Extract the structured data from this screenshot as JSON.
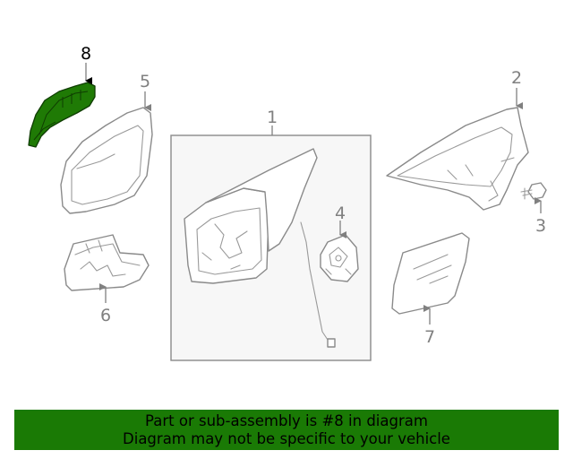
{
  "highlight_color": "#1f7a05",
  "banner_color": "#1a7a05",
  "callouts": {
    "c1": "1",
    "c2": "2",
    "c3": "3",
    "c4": "4",
    "c5": "5",
    "c6": "6",
    "c7": "7",
    "c8": "8"
  },
  "highlighted_part": "8",
  "banner": {
    "line1": "Part or sub-assembly is #8 in diagram",
    "line2": "Diagram may not be specific to your vehicle"
  }
}
